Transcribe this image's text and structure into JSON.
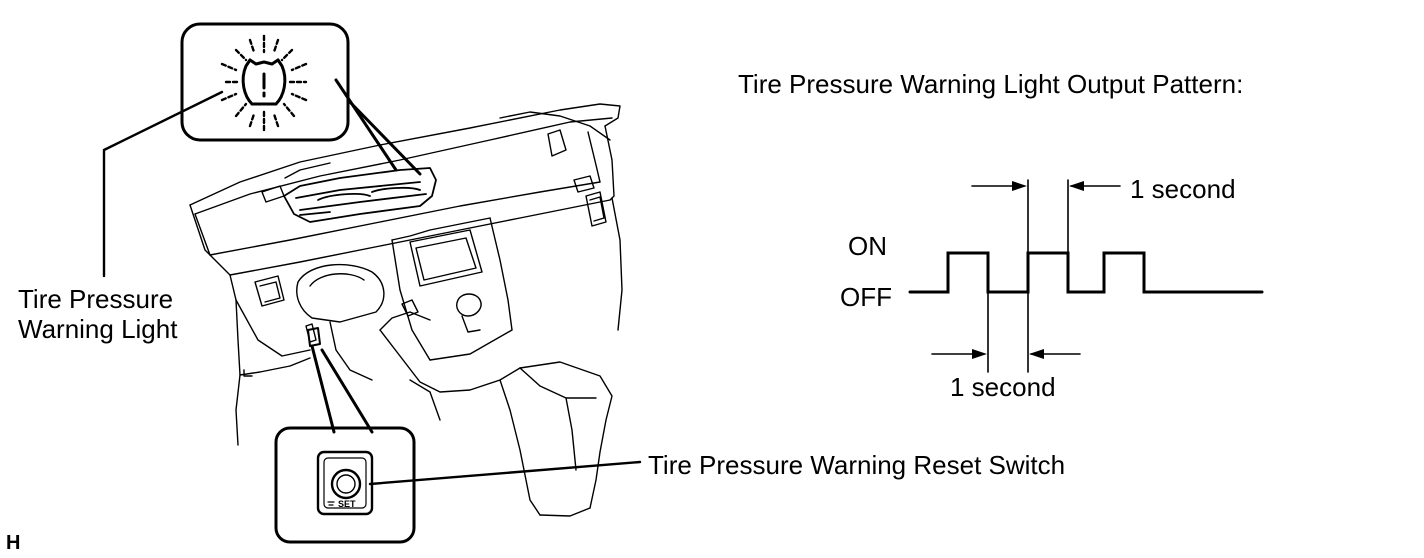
{
  "labels": {
    "tpwl_line1": "Tire Pressure",
    "tpwl_line2": "Warning Light",
    "reset_switch": "Tire Pressure Warning Reset Switch",
    "pattern_title": "Tire Pressure Warning Light Output Pattern:",
    "state_on": "ON",
    "state_off": "OFF",
    "interval_top": "1 second",
    "interval_bottom": "1 second",
    "switch_text": "SET",
    "corner_mark": "H"
  },
  "colors": {
    "line": "#000000",
    "background": "#ffffff"
  },
  "icons": {
    "warning_light": "tire-pressure-warning-icon",
    "switch": "reset-switch-button-icon"
  }
}
